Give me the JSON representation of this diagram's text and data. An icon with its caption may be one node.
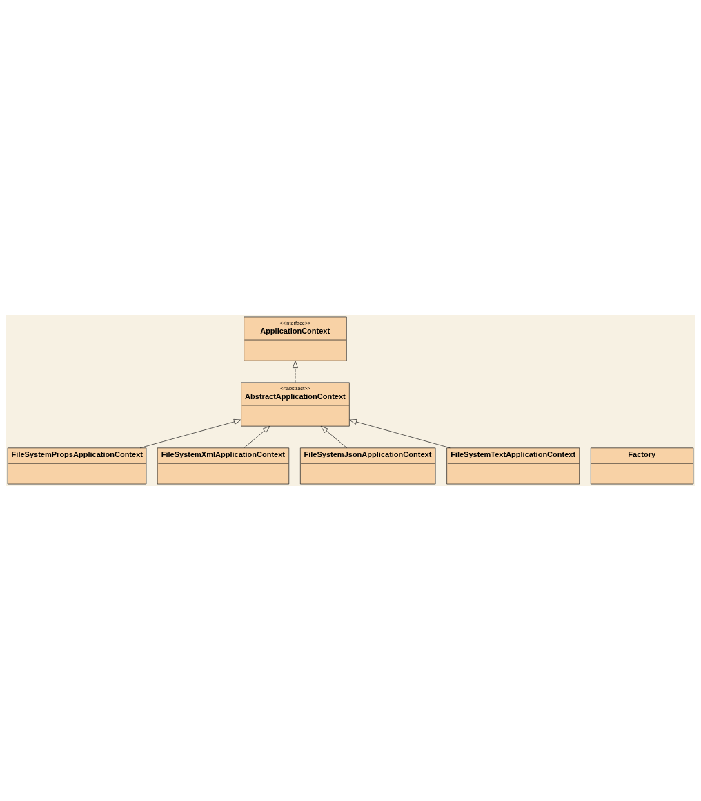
{
  "diagram": {
    "nodes": [
      {
        "text": [
          "<<interface>>",
          "ApplicationContext"
        ]
      },
      {
        "text": [
          "<<abstract>>",
          "AbstractApplicationContext"
        ]
      },
      {
        "text": [
          "Factory"
        ]
      },
      {
        "text": [
          "FileSystemPropsApplicationContext"
        ]
      },
      {
        "text": [
          "FileSystemXmlApplicationContext"
        ]
      },
      {
        "text": [
          "FileSystemJsonApplicationContext"
        ]
      },
      {
        "text": [
          "FileSystemTextApplicationContext"
        ]
      }
    ],
    "edges": [
      {
        "from": 1,
        "to": 0,
        "arrow": "to",
        "style": "dashed"
      },
      {
        "from": 3,
        "to": 1,
        "arrow": "to"
      },
      {
        "from": 4,
        "to": 1,
        "arrow": "to"
      },
      {
        "from": 5,
        "to": 1,
        "arrow": "to"
      },
      {
        "from": 6,
        "to": 1,
        "arrow": "to"
      }
    ]
  }
}
